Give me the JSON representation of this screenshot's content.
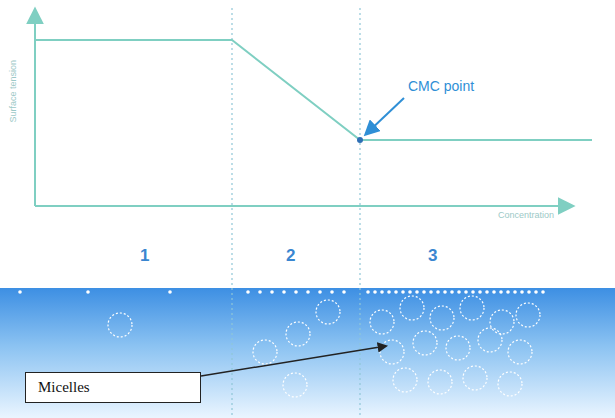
{
  "diagram": {
    "nodes": [
      {
        "text": [
          "Micelles"
        ]
      }
    ],
    "labels": [
      "Surface tension",
      "Concentration",
      "CMC point",
      "1",
      "2",
      "3"
    ]
  }
}
